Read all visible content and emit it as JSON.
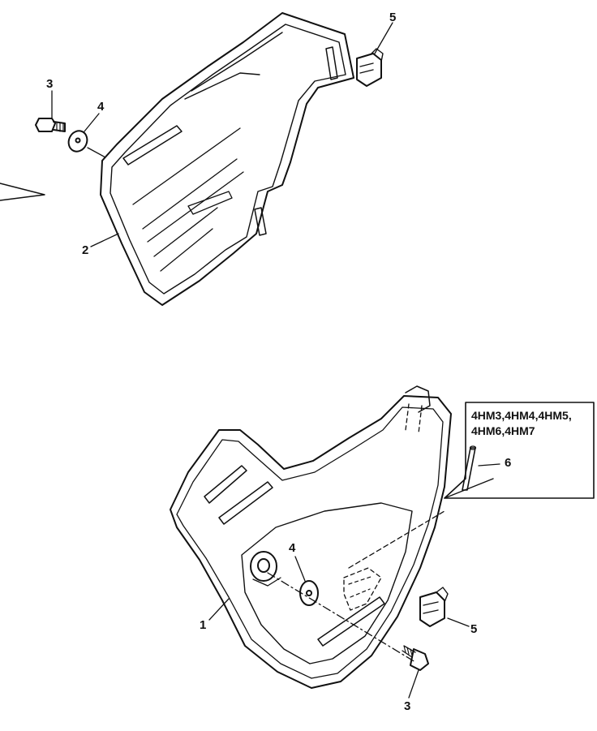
{
  "callouts": {
    "upper": {
      "screw": "3",
      "washer": "4",
      "clip": "5",
      "side_cover": "2"
    },
    "lower": {
      "washer": "4",
      "side_cover": "1",
      "clip": "5",
      "screw": "3",
      "pin": "6"
    }
  },
  "variant_box": {
    "line1": "4HM3,4HM4,4HM5,",
    "line2": "4HM6,4HM7"
  }
}
